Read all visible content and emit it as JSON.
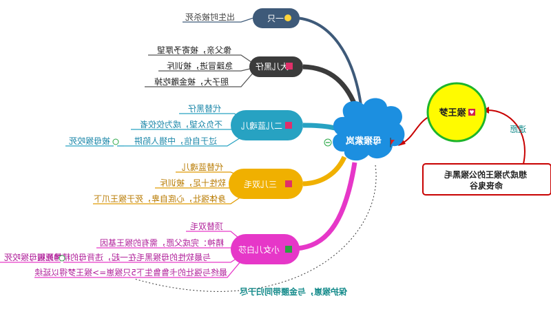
{
  "central": {
    "label": "母猴紫岚",
    "color": "#1c8fe0"
  },
  "goal": {
    "label": "猴王梦",
    "color": "#fffb00"
  },
  "note": {
    "text_line1": "想成为猴王的公猴黑毛",
    "text_line2": "命丧鬼谷",
    "link_label": "遗愿"
  },
  "bottom_link_label": "保护猴崽，与金腰带同归于尽",
  "branches": [
    {
      "label": "一只",
      "icon": "smile-icon",
      "color": "#3e5a79",
      "details": [
        "出生时被杀死"
      ]
    },
    {
      "label": "大儿黑仔",
      "icon": "x-icon",
      "color": "#3b3b3b",
      "details": [
        "像父亲，被寄予厚望",
        "急躁冒进，被训斥",
        "胆子大，被金雕吃掉"
      ]
    },
    {
      "label": "二儿蓝魂儿",
      "icon": "x-icon",
      "color": "#27a2c2",
      "details": [
        "代替黑仔",
        "不负众望，成为佼佼者",
        "过于自信，中猎人陷阱",
        "被母猴咬死"
      ]
    },
    {
      "label": "三儿双毛",
      "icon": "x-icon",
      "color": "#f0b000",
      "details": [
        "代替蓝魂儿",
        "软性十足，被训斥",
        "身体强壮，心底自卑，死于猴王爪下"
      ]
    },
    {
      "label": "小女儿白莎",
      "icon": "check-icon",
      "color": "#e637c8",
      "details": [
        "顶替双毛",
        "精神：完成父愿，需有的猴王基因",
        "与最软性的母猴黑毛在一起，违背母的精神原则",
        "吊死被母猴咬死",
        "最终与强壮的卡鲁鲁生下5只猴崽=>猴王梦得以延续"
      ]
    }
  ]
}
